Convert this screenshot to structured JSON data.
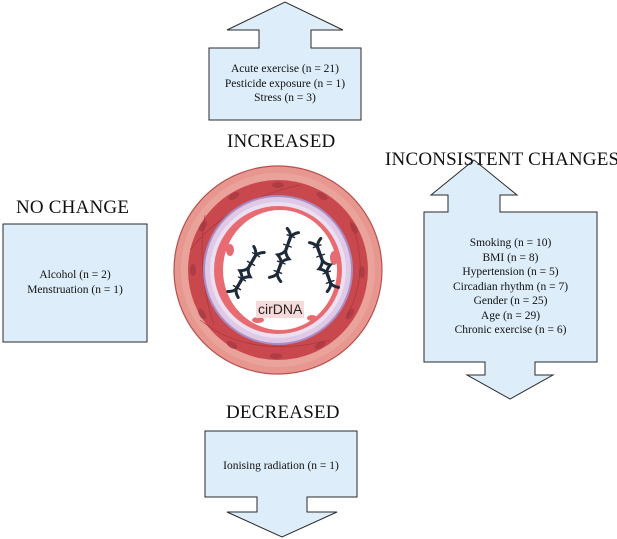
{
  "colors": {
    "box_fill": "#ddeefa",
    "box_stroke": "#2a2a2a",
    "vessel_outer": "#e5908a",
    "vessel_muscle": "#c8494f",
    "vessel_lining": "#c8b0d8",
    "dna": "#1e2a3a"
  },
  "increased": {
    "heading": "INCREASED",
    "items": [
      "Acute exercise (n = 21)",
      "Pesticide exposure (n = 1)",
      "Stress (n = 3)"
    ]
  },
  "no_change": {
    "heading": "NO CHANGE",
    "items": [
      "Alcohol (n = 2)",
      "Menstruation (n = 1)"
    ]
  },
  "inconsistent": {
    "heading": "INCONSISTENT CHANGES",
    "items": [
      "Smoking (n = 10)",
      "BMI (n = 8)",
      "Hypertension (n = 5)",
      "Circadian rhythm (n = 7)",
      "Gender (n = 25)",
      "Age (n = 29)",
      "Chronic exercise (n = 6)"
    ]
  },
  "decreased": {
    "heading": "DECREASED",
    "items": [
      "Ionising radiation (n = 1)"
    ]
  },
  "center": {
    "label": "cirDNA",
    "icon": "dna-helix-icon"
  }
}
